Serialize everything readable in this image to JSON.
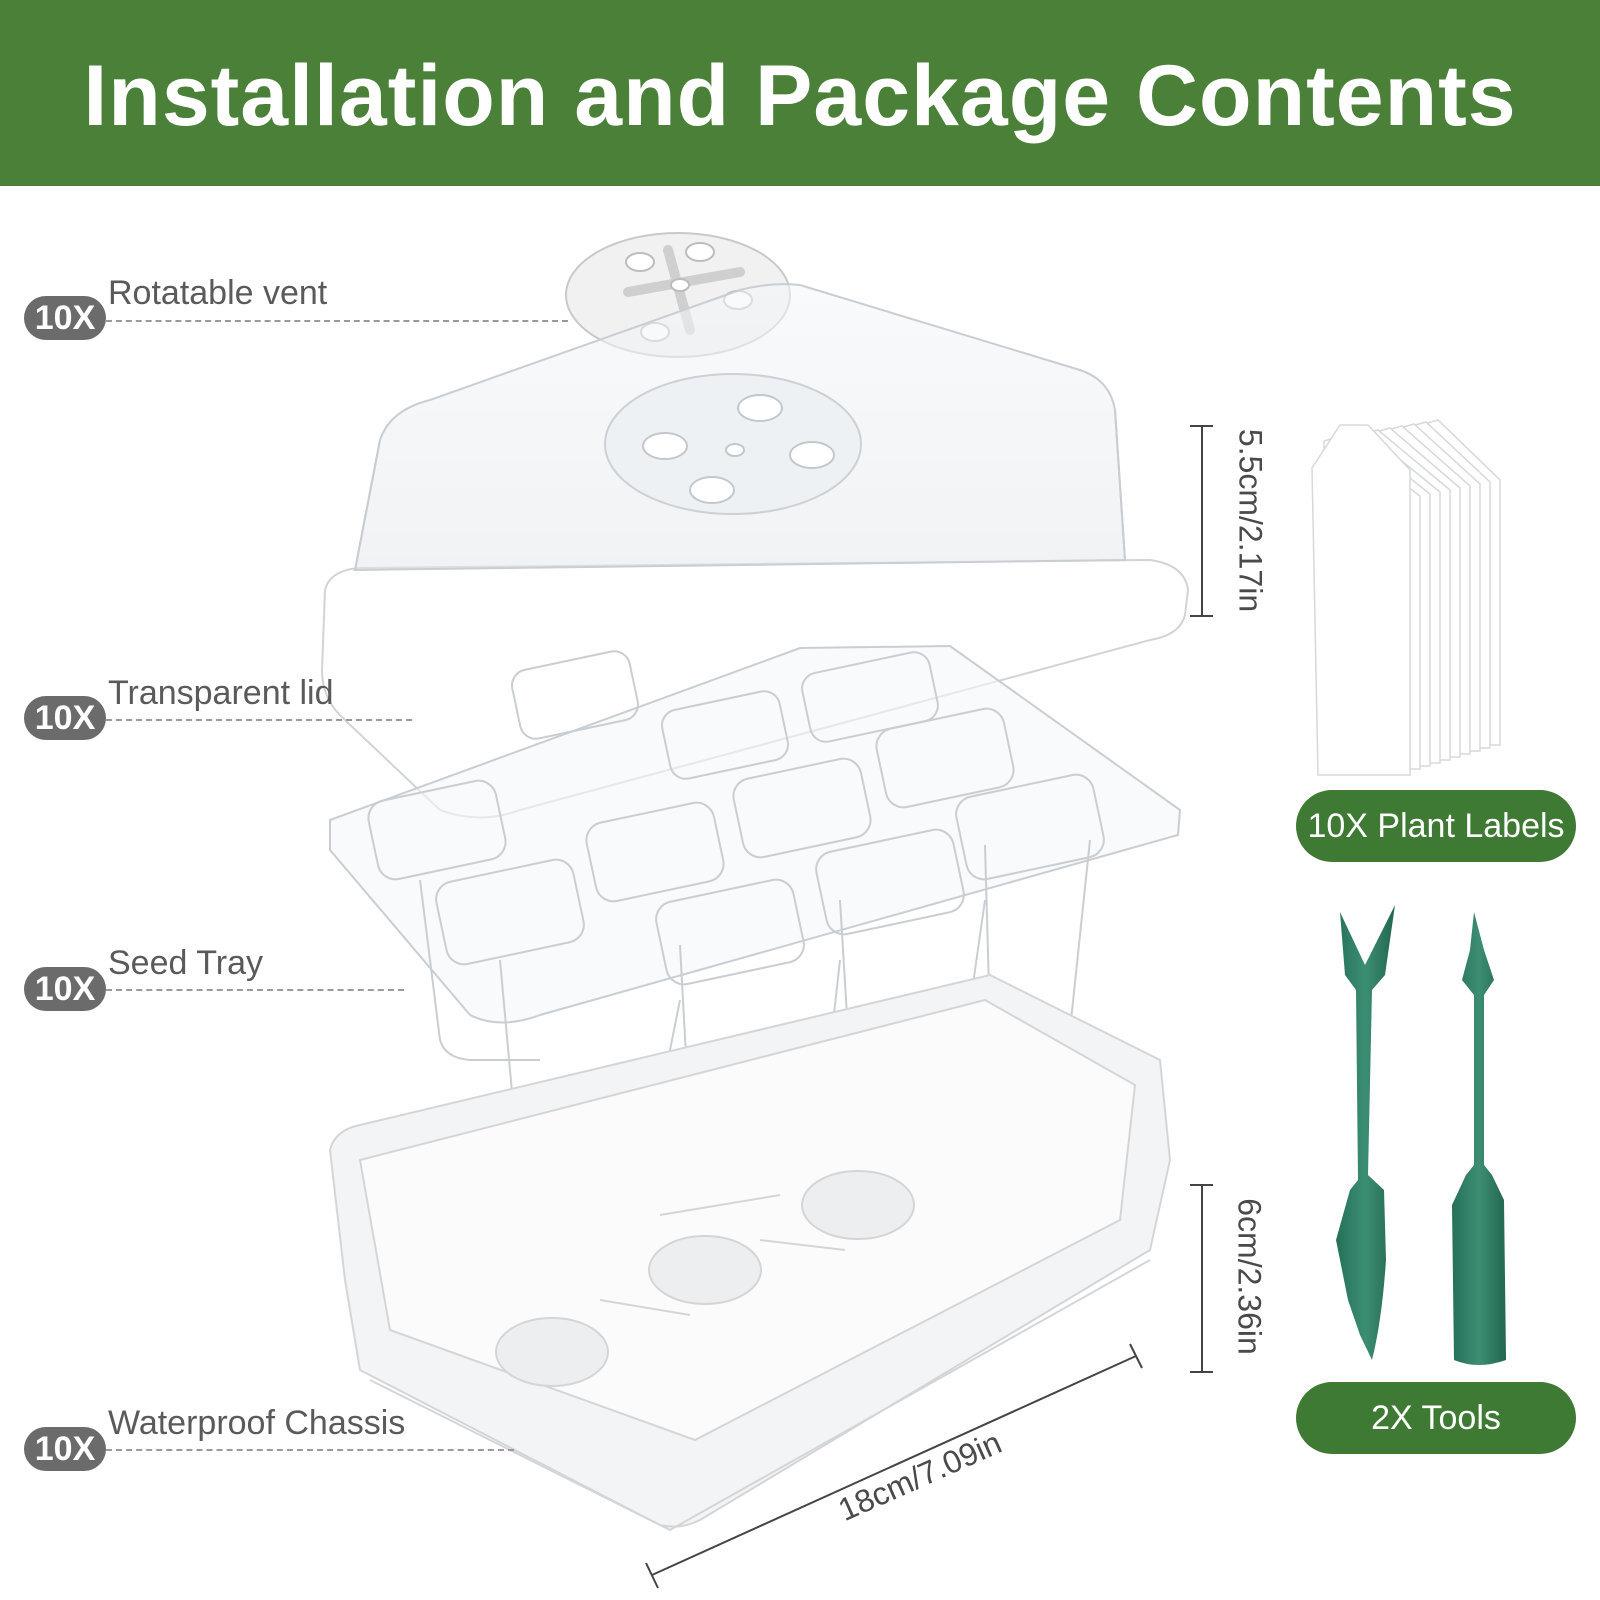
{
  "header": {
    "title": "Installation and Package Contents"
  },
  "callouts": [
    {
      "qty": "10X",
      "label": "Rotatable vent"
    },
    {
      "qty": "10X",
      "label": "Transparent lid"
    },
    {
      "qty": "10X",
      "label": "Seed Tray"
    },
    {
      "qty": "10X",
      "label": "Waterproof Chassis"
    }
  ],
  "dimensions": {
    "lid_height": "5.5cm/2.17in",
    "chassis_height": "6cm/2.36in",
    "chassis_width": "18cm/7.09in"
  },
  "accessories": {
    "labels": "10X Plant Labels",
    "tools": "2X Tools"
  },
  "colors": {
    "banner": "#4a8038",
    "pill": "#3f7a34",
    "badge": "#6b6b6b",
    "tool": "#2f7a5c"
  }
}
